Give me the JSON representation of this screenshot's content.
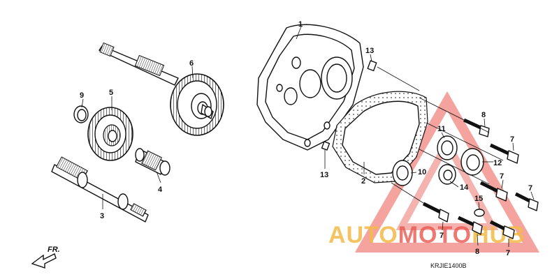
{
  "diagram": {
    "code": "KRJIE1400B",
    "front_marker": "FR.",
    "watermark": {
      "word_part_1": "AUTO",
      "word_part_2": "MOTO",
      "word_part_3": "HUB",
      "color_primary": "#e7453b",
      "color_secondary": "#f2b233"
    },
    "callouts": [
      "1",
      "2",
      "3",
      "4",
      "5",
      "6",
      "7",
      "7",
      "7",
      "7",
      "7",
      "8",
      "8",
      "9",
      "10",
      "11",
      "12",
      "13",
      "13",
      "14",
      "15"
    ]
  }
}
